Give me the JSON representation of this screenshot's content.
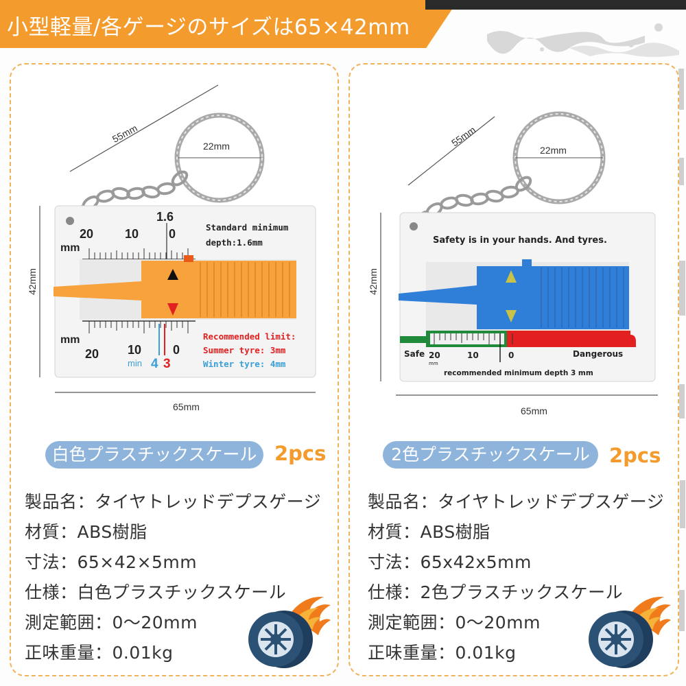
{
  "header": {
    "title": "小型軽量/各ゲージのサイズは65×42mm"
  },
  "left": {
    "dims": {
      "diagonal": "55mm",
      "ring": "22mm",
      "height": "42mm",
      "width": "65mm"
    },
    "gauge": {
      "top_scale_labels": [
        "20",
        "10",
        "0"
      ],
      "top_marker": "1.6",
      "unit": "mm",
      "standard_line1": "Standard minimum",
      "standard_line2": "depth:1.6mm",
      "bottom_scale_labels": [
        "20",
        "10",
        "0"
      ],
      "min_label": "min",
      "min_4": "4",
      "min_3": "3",
      "recommended": "Recommended limit:",
      "summer": "Summer tyre: 3mm",
      "winter": "Winter tyre: 4mm"
    },
    "pill": "白色プラスチックスケール",
    "qty": "2pcs",
    "specs": [
      "製品名：タイヤトレッドデプスゲージ",
      "材質：ABS樹脂",
      "寸法：65×42×5mm",
      "仕様：白色プラスチックスケール",
      "測定範囲：0〜20mm",
      "正味重量：0.01kg"
    ]
  },
  "right": {
    "dims": {
      "diagonal": "55mm",
      "ring": "22mm",
      "height": "42mm",
      "width": "65mm"
    },
    "gauge": {
      "slogan": "Safety is in your hands. And tyres.",
      "safe": "Safe",
      "dangerous": "Dangerous",
      "scale_labels": [
        "20",
        "10",
        "0"
      ],
      "unit": "mm",
      "recommended": "recommended minimum depth 3 mm"
    },
    "pill": "2色プラスチックスケール",
    "qty": "2pcs",
    "specs": [
      "製品名：タイヤトレッドデプスゲージ",
      "材質：ABS樹脂",
      "寸法：65x42x5mm",
      "仕様：2色プラスチックスケール",
      "測定範囲：0〜20mm",
      "正味重量：0.01kg"
    ]
  },
  "colors": {
    "accent": "#f49b2d",
    "pill": "#8fb4dc",
    "blue_slider": "#2f7fd8",
    "orange_slider": "#f7a23c",
    "danger": "#e32020",
    "safe": "#1e8a3a"
  }
}
